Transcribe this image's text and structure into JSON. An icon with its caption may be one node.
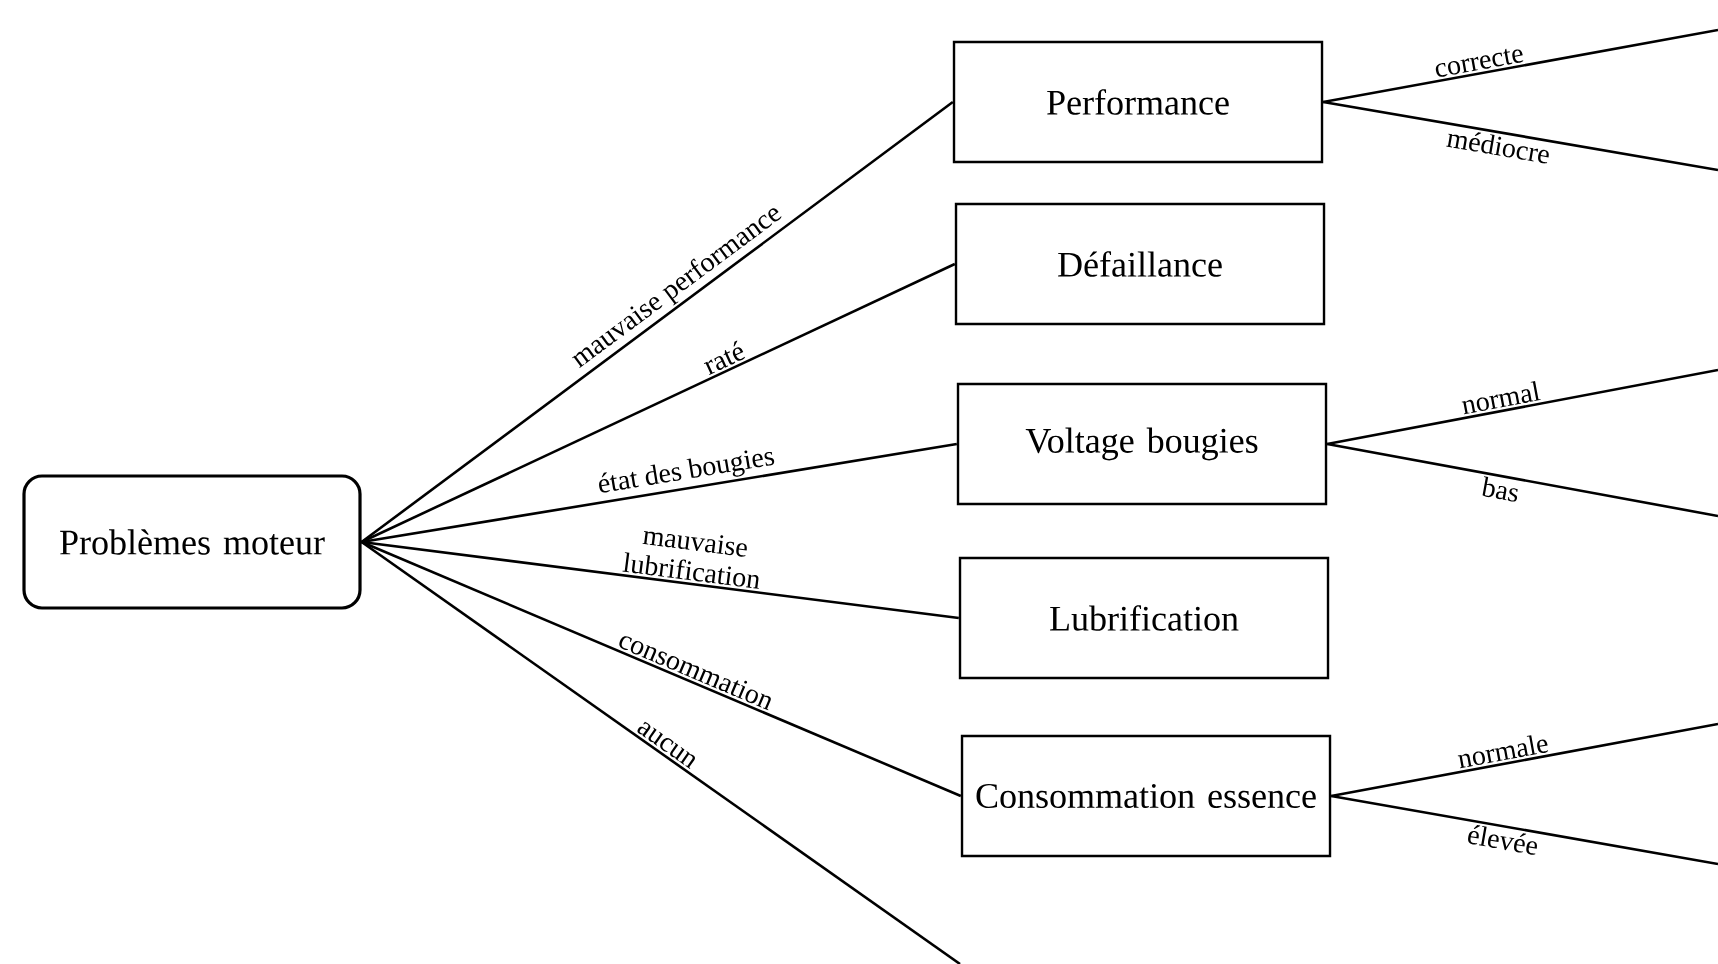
{
  "diagram": {
    "nodes": [
      {
        "text": [
          "Problèmes moteur"
        ]
      },
      {
        "text": [
          "Performance"
        ]
      },
      {
        "text": [
          "Défaillance"
        ]
      },
      {
        "text": [
          "Voltage bougies"
        ]
      },
      {
        "text": [
          "Lubrification"
        ]
      },
      {
        "text": [
          "Consommation essence"
        ]
      }
    ],
    "edges": [
      {
        "from": 0,
        "to": 1,
        "arrow": "none",
        "label": "mauvaise performance"
      },
      {
        "from": 0,
        "to": 2,
        "arrow": "none",
        "label": "raté"
      },
      {
        "from": 0,
        "to": 3,
        "arrow": "none",
        "label": "état des bougies"
      },
      {
        "from": 0,
        "to": 4,
        "arrow": "none",
        "label": "mauvaise lubrification"
      },
      {
        "from": 0,
        "to": 5,
        "arrow": "none",
        "label": "consommation"
      },
      {
        "from": 0,
        "to": null,
        "arrow": "none",
        "label": "aucun"
      },
      {
        "from": 1,
        "to": null,
        "arrow": "none",
        "label": "correcte"
      },
      {
        "from": 1,
        "to": null,
        "arrow": "none",
        "label": "médiocre"
      },
      {
        "from": 3,
        "to": null,
        "arrow": "none",
        "label": "normal"
      },
      {
        "from": 3,
        "to": null,
        "arrow": "none",
        "label": "bas"
      },
      {
        "from": 5,
        "to": null,
        "arrow": "none",
        "label": "normale"
      },
      {
        "from": 5,
        "to": null,
        "arrow": "none",
        "label": "élevée"
      }
    ]
  }
}
